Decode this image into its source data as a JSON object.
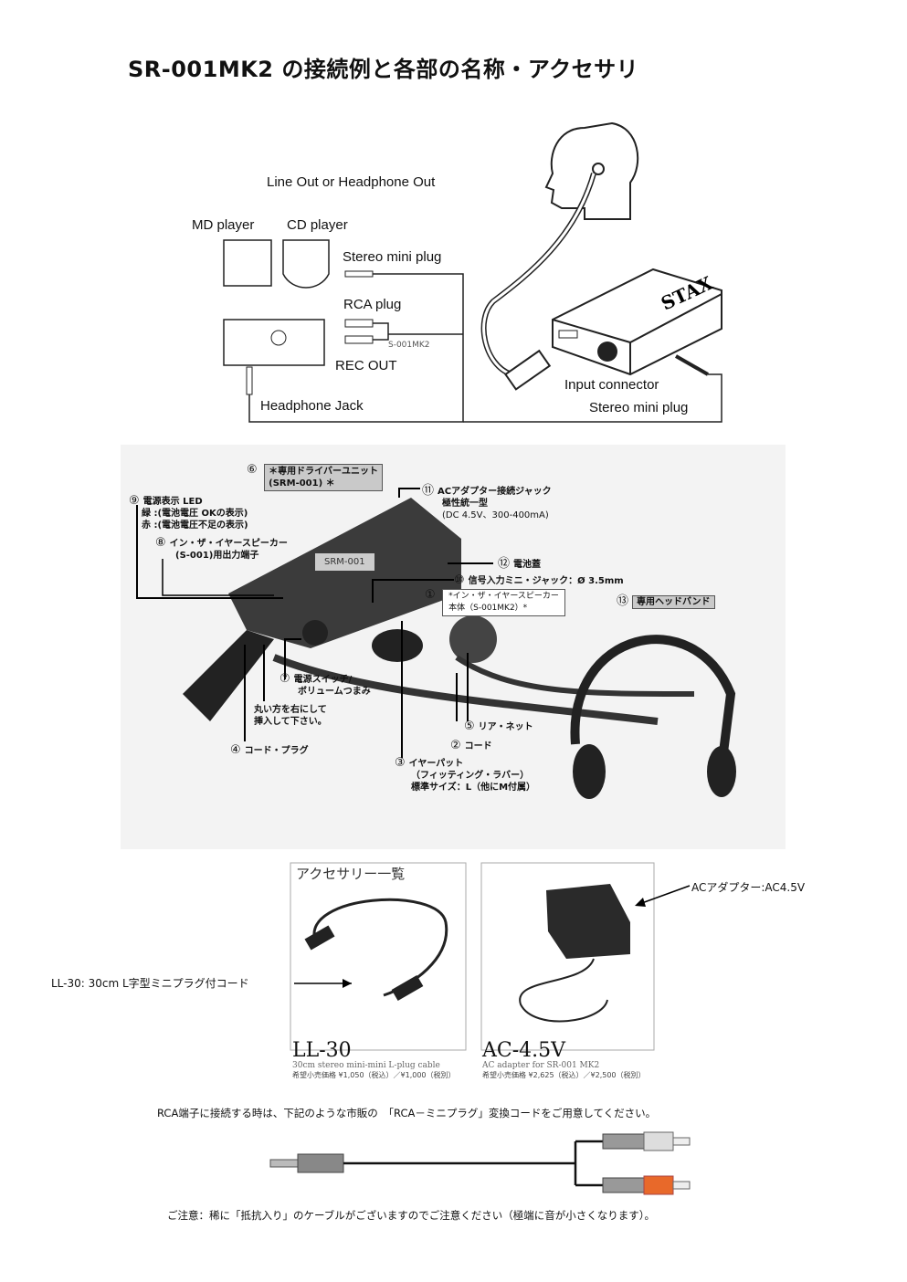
{
  "title": "SR-001MK2 の接続例と各部の名称・アクセサリ",
  "connection_diagram": {
    "line_out": "Line Out or Headphone Out",
    "md_player": "MD player",
    "cd_player": "CD player",
    "stereo_mini_plug": "Stereo mini plug",
    "rca_plug": "RCA plug",
    "s001mk2": "S-001MK2",
    "rec_out": "REC OUT",
    "headphone_jack": "Headphone Jack",
    "input_connector": "Input connector",
    "stereo_mini_plug_2": "Stereo mini plug",
    "brand": "STAX"
  },
  "parts": {
    "p6": {
      "num": "⑥",
      "text": "＊専用ドライバーユニット",
      "text2": "(SRM-001) ＊"
    },
    "p9": {
      "num": "⑨",
      "text": "電源表示 LED",
      "text2": "緑 :(電池電圧 OKの表示)",
      "text3": "赤 :(電池電圧不足の表示)"
    },
    "p8": {
      "num": "⑧",
      "text": "イン・ザ・イヤースピーカー",
      "text2": "(S-001)用出力端子"
    },
    "srm": "SRM-001",
    "p11": {
      "num": "⑪",
      "text": "ACアダプター接続ジャック",
      "text2": "極性統一型",
      "text3": "(DC 4.5V、300-400mA)"
    },
    "p12": {
      "num": "⑫",
      "text": "電池蓋"
    },
    "p10": {
      "num": "⑩",
      "text": "信号入力ミニ・ジャック：Ø 3.5mm"
    },
    "p1": {
      "num": "①",
      "text": "*イン・ザ・イヤースピーカー",
      "text2": "本体（S-001MK2）*"
    },
    "p13": {
      "num": "⑬",
      "text": "専用ヘッドバンド"
    },
    "p7": {
      "num": "⑦",
      "text": "電源スイッチ/",
      "text2": "ボリュームつまみ"
    },
    "insert_note": {
      "text": "丸い方を右にして",
      "text2": "挿入して下さい。"
    },
    "p5": {
      "num": "⑤",
      "text": "リア・ネット"
    },
    "p2": {
      "num": "②",
      "text": "コード"
    },
    "p4": {
      "num": "④",
      "text": "コード・プラグ"
    },
    "p3": {
      "num": "③",
      "text": "イヤーパット",
      "text2": "（フィッティング・ラバー）",
      "text3": "標準サイズ：L（他にM付属）"
    }
  },
  "accessories": {
    "heading": "アクセサリー一覧",
    "ll30_callout": "LL-30: 30cm  L字型ミニプラグ付コード",
    "ac_callout": "ACアダプター:AC4.5V",
    "items": [
      {
        "name": "LL-30",
        "desc": "30cm stereo mini-mini L-plug cable",
        "price": "希望小売価格  ¥1,050（税込）／¥1,000（税別）"
      },
      {
        "name": "AC-4.5V",
        "desc": "AC adapter for SR-001 MK2",
        "price": "希望小売価格  ¥2,625（税込）／¥2,500（税別）"
      }
    ]
  },
  "rca_note": "RCA端子に接続する時は、下記のような市販の　「RCA－ミニプラグ」変換コードをご用意してください。",
  "caution": "ご注意：稀に「抵抗入り」のケーブルがございますのでご注意ください（極端に音が小さくなります）。",
  "colors": {
    "rca_red": "#e8692a",
    "rca_white": "#dddddd",
    "box_gray": "#c9c9c9"
  }
}
